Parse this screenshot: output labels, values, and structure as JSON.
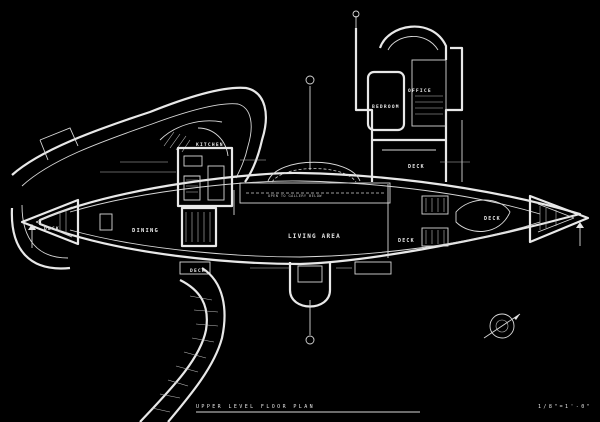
{
  "drawing": {
    "title": "UPPER LEVEL FLOOR PLAN",
    "scale": "1/8\"=1'-0\"",
    "colors": {
      "background": "#000000",
      "line": "#e8e8e8"
    }
  },
  "rooms": {
    "dining": "DINING",
    "living_area": "LIVING AREA",
    "kitchen": "KITCHEN",
    "bedroom": "BEDROOM",
    "office": "OFFICE",
    "deck_upper": "DECK",
    "deck_east": "DECK",
    "deck_center": "DECK",
    "deck_west": "DECK",
    "deck_south": "DECK"
  },
  "notes": {
    "gallery": "OPEN TO GALLERY BELOW"
  },
  "icons": [
    "north-arrow-icon",
    "section-marker-icon"
  ]
}
